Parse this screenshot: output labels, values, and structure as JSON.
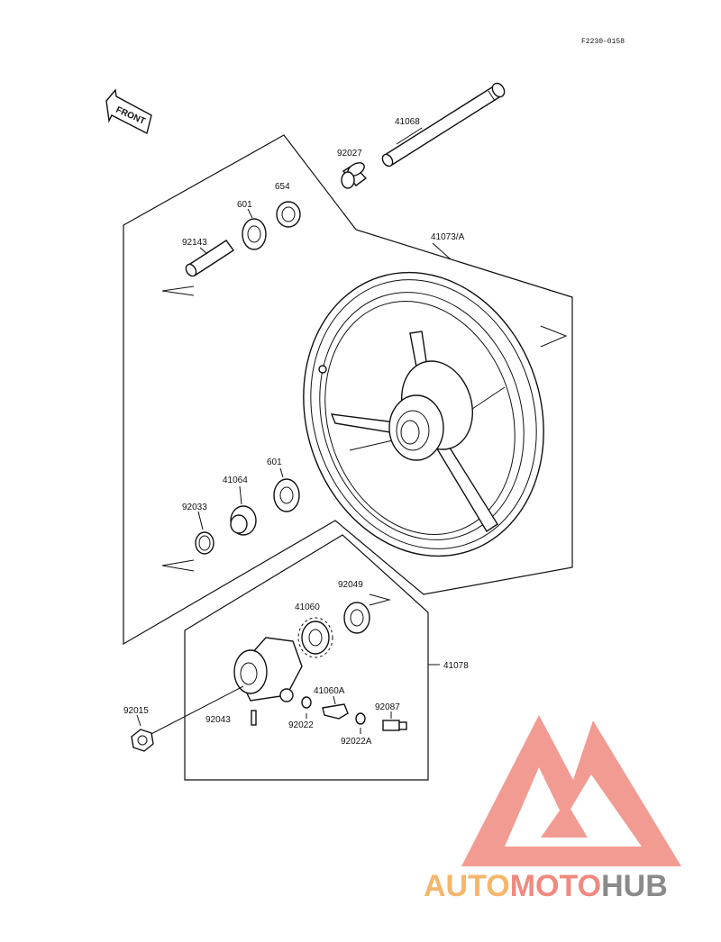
{
  "figure_code": "F2230-0158",
  "front_marker": "FRONT",
  "parts": {
    "p41068": "41068",
    "p92027": "92027",
    "p654": "654",
    "p601_top": "601",
    "p92143": "92143",
    "p41073A": "41073/A",
    "p601_bottom": "601",
    "p41064": "41064",
    "p92033": "92033",
    "p92049": "92049",
    "p41060": "41060",
    "p41078": "41078",
    "p41060A": "41060A",
    "p92087": "92087",
    "p92015": "92015",
    "p92043": "92043",
    "p92022": "92022",
    "p92022A": "92022A"
  },
  "watermark": {
    "auto": "AUTO",
    "moto": "MOTO",
    "hub": "HUB",
    "colors": {
      "red": "#f08a80",
      "orange": "#f5b66a",
      "gray": "#8a8a8a"
    }
  }
}
